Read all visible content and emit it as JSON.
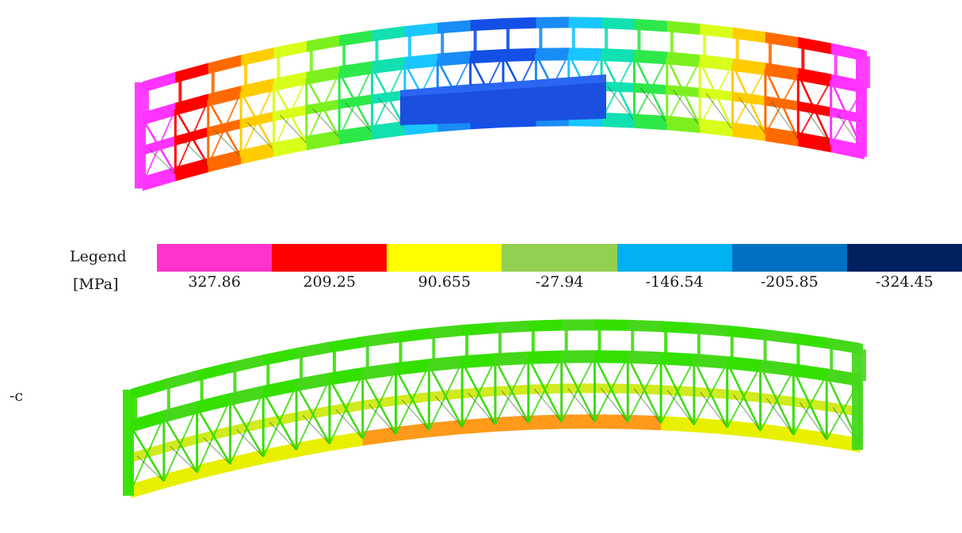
{
  "legend": {
    "title": "Legend",
    "unit": "[MPa]",
    "entries": [
      {
        "color": "#ff33cc",
        "value": "327.86"
      },
      {
        "color": "#ff0000",
        "value": "209.25"
      },
      {
        "color": "#ffff00",
        "value": "90.655"
      },
      {
        "color": "#92d050",
        "value": "-27.94"
      },
      {
        "color": "#00b0f0",
        "value": "-146.54"
      },
      {
        "color": "#0070c0",
        "value": "-205.85"
      },
      {
        "color": "#002060",
        "value": "-324.45"
      }
    ]
  },
  "side_label": "-c",
  "figures": {
    "top": {
      "colors": [
        "#ff33ff",
        "#ff0000",
        "#ff6a00",
        "#ffcc00",
        "#d8ff1a",
        "#7cf01e",
        "#2ee84a",
        "#12e0b0",
        "#19c6ff",
        "#1a8cf5",
        "#1450e6",
        "#1450e6",
        "#1a8cf5",
        "#19c6ff",
        "#12e0b0",
        "#2ee84a",
        "#7cf01e",
        "#d8ff1a",
        "#ffcc00",
        "#ff6a00",
        "#ff0000",
        "#ff33ff"
      ],
      "plate_color": "#1a4fe0"
    },
    "bottom": {
      "colors": [
        "#34e000",
        "#45d81a",
        "#38c800",
        "#1f7a10",
        "#e8f000",
        "#ff9a1a",
        "#d2ea20"
      ]
    }
  }
}
